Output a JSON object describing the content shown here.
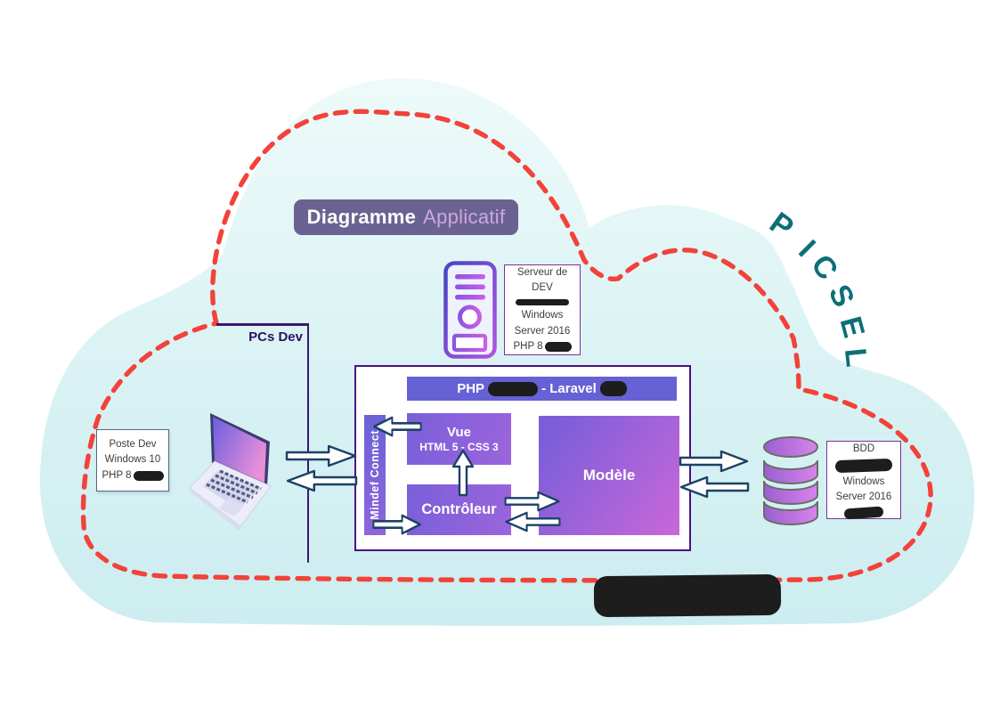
{
  "title": {
    "bold": "Diagramme",
    "light": "Applicatif"
  },
  "brand": {
    "name": "PICSEL",
    "letters": [
      "P",
      "I",
      "C",
      "S",
      "E",
      "L"
    ]
  },
  "pcs_dev_label": "PCs Dev",
  "dev_server_box": {
    "l1": "Serveur de",
    "l2": "DEV",
    "l3": "Windows",
    "l4": "Server 2016",
    "php": "PHP 8"
  },
  "poste_dev_box": {
    "l1": "Poste Dev",
    "l2": "Windows 10",
    "php": "PHP 8"
  },
  "bdd_box": {
    "l1": "BDD",
    "l2": "Windows",
    "l3": "Server 2016"
  },
  "mvc": {
    "header_php": "PHP",
    "header_laravel": "- Laravel",
    "sidebar": "Mindef Connect",
    "vue_title": "Vue",
    "vue_subtitle": "HTML 5 - CSS 3",
    "controller": "Contrôleur",
    "model": "Modèle"
  },
  "colors": {
    "cloud_fill_top": "#edfafa",
    "cloud_fill_bottom": "#cfeef1",
    "dashed_outline": "#f2423a",
    "brand_teal": "#0d6f76",
    "badge_bg": "#6a6391",
    "badge_light_text": "#d0a6de",
    "mvc_border": "#4a1280",
    "mvc_bar_purple": "#6761d6",
    "box_purple": "#7a60da",
    "model_magenta": "#c467d9",
    "arrow_stroke": "#1c4166",
    "pcs_line": "#3d1670",
    "db_purple": "#9a5fd0",
    "db_pink": "#d884ea",
    "redaction": "#1d1d1d"
  }
}
